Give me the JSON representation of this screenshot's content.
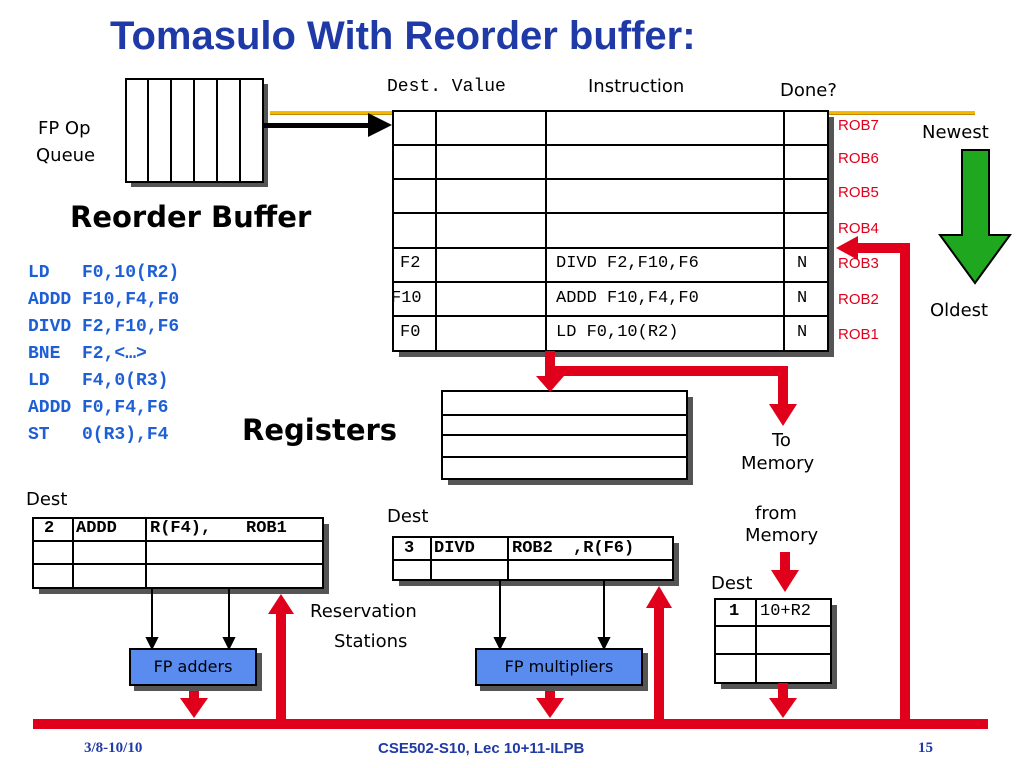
{
  "title": "Tomasulo With Reorder buffer:",
  "labels": {
    "fp_op_queue_line1": "FP Op",
    "fp_op_queue_line2": "Queue",
    "reorder_buffer": "Reorder Buffer",
    "registers": "Registers",
    "reservation_stations_line1": "Reservation",
    "reservation_stations_line2": "Stations",
    "to_memory_line1": "To",
    "to_memory_line2": "Memory",
    "from_memory_line1": "from",
    "from_memory_line2": "Memory",
    "newest": "Newest",
    "oldest": "Oldest",
    "dest_left": "Dest",
    "dest_mid": "Dest",
    "dest_right": "Dest"
  },
  "rob_headers": {
    "dest_value": "Dest. Value",
    "instruction": "Instruction",
    "done": "Done?"
  },
  "rob_entries": [
    {
      "name": "ROB7",
      "dest": "",
      "instruction": "",
      "done": ""
    },
    {
      "name": "ROB6",
      "dest": "",
      "instruction": "",
      "done": ""
    },
    {
      "name": "ROB5",
      "dest": "",
      "instruction": "",
      "done": ""
    },
    {
      "name": "ROB4",
      "dest": "",
      "instruction": "",
      "done": ""
    },
    {
      "name": "ROB3",
      "dest": "F2",
      "instruction": "DIVD F2,F10,F6",
      "done": "N"
    },
    {
      "name": "ROB2",
      "dest": "F10",
      "instruction": "ADDD F10,F4,F0",
      "done": "N"
    },
    {
      "name": "ROB1",
      "dest": "F0",
      "instruction": "LD F0,10(R2)",
      "done": "N"
    }
  ],
  "code": [
    "LD   F0,10(R2)",
    "ADDD F10,F4,F0",
    "DIVD F2,F10,F6",
    "BNE  F2,<…>",
    "LD   F4,0(R3)",
    "ADDD F0,F4,F6",
    "ST   0(R3),F4"
  ],
  "rs_adders": {
    "tag": "2",
    "op": "ADDD",
    "operand_a": "R(F4),",
    "operand_b": "ROB1"
  },
  "rs_multipliers": {
    "tag": "3",
    "op": "DIVD",
    "operand_a": "ROB2",
    "operand_b": ",R(F6)"
  },
  "load_buffer": {
    "tag": "1",
    "addr": "10+R2"
  },
  "units": {
    "fp_adders": "FP adders",
    "fp_multipliers": "FP multipliers"
  },
  "footer": {
    "left": "3/8-10/10",
    "center": "CSE502-S10, Lec 10+11-ILPB",
    "page": "15"
  },
  "colors": {
    "title": "#1f3aa6",
    "bus": "#e0001b",
    "unit": "#5a8cf0",
    "code": "#1f5fd6",
    "arrow_green": "#1fa81f"
  }
}
